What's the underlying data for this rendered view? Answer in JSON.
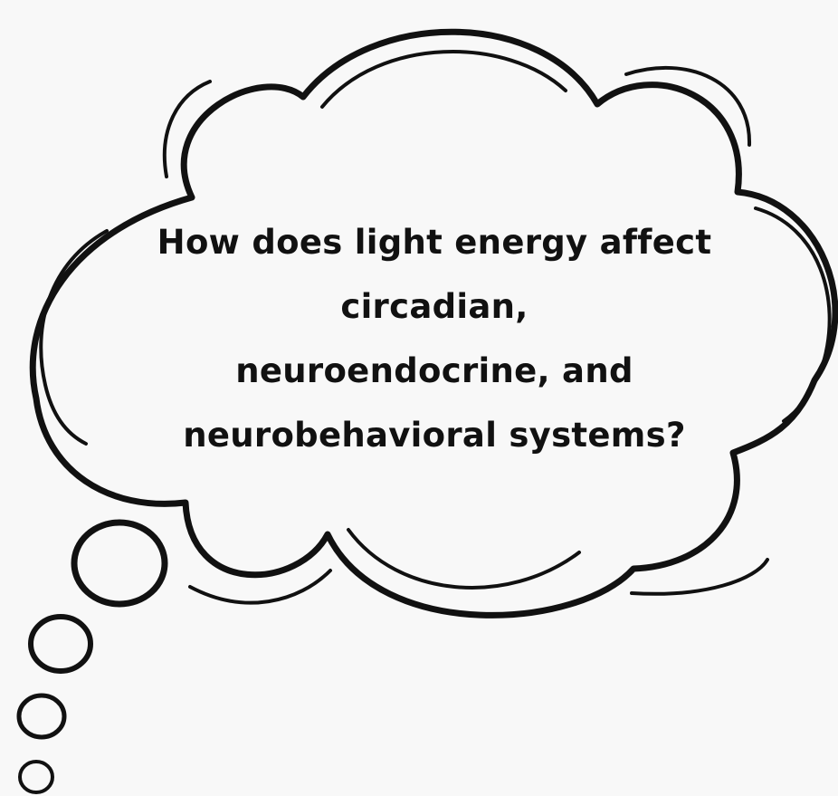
{
  "question": {
    "lines": [
      "How does light energy affect",
      "circadian,",
      "neuroendocrine, and",
      "neurobehavioral systems?"
    ]
  },
  "colors": {
    "background": "#f8f8f8",
    "ink": "#111111"
  },
  "icons": {
    "main": "thought-cloud-icon",
    "trail": "thought-bubble-circle-icon"
  }
}
